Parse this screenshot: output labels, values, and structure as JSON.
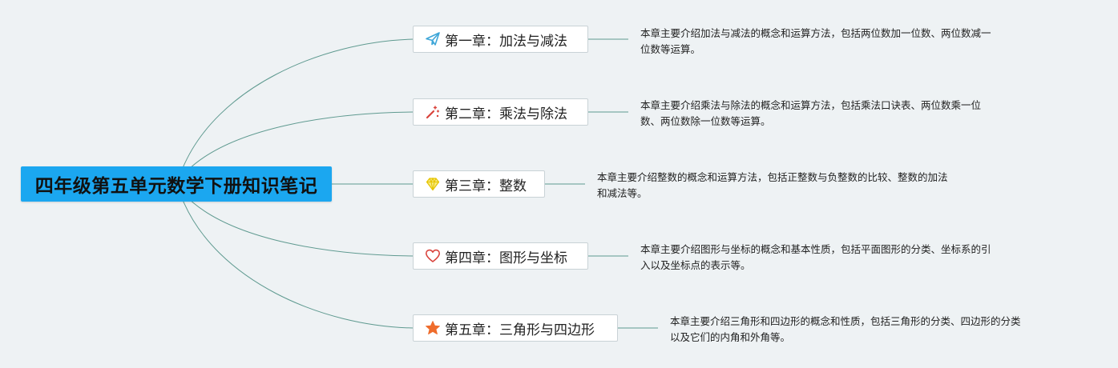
{
  "root": {
    "title": "四年级第五单元数学下册知识笔记"
  },
  "chapters": [
    {
      "label": "第一章：加法与减法",
      "icon": "paper-plane-icon",
      "description": [
        "本章主要介绍加法与减法的概念和运算方法，包括两位数加一位数、两位数减一",
        "位数等运算。"
      ]
    },
    {
      "label": "第二章：乘法与除法",
      "icon": "magic-wand-icon",
      "description": [
        "本章主要介绍乘法与除法的概念和运算方法，包括乘法口诀表、两位数乘一位",
        "数、两位数除一位数等运算。"
      ]
    },
    {
      "label": "第三章：整数",
      "icon": "diamond-icon",
      "description": [
        "本章主要介绍整数的概念和运算方法，包括正整数与负整数的比较、整数的加法",
        "和减法等。"
      ]
    },
    {
      "label": "第四章：图形与坐标",
      "icon": "heart-icon",
      "description": [
        "本章主要介绍图形与坐标的概念和基本性质，包括平面图形的分类、坐标系的引",
        "入以及坐标点的表示等。"
      ]
    },
    {
      "label": "第五章：三角形与四边形",
      "icon": "star-icon",
      "description": [
        "本章主要介绍三角形和四边形的概念和性质，包括三角形的分类、四边形的分类",
        "以及它们的内角和外角等。"
      ]
    }
  ],
  "colors": {
    "background": "#eef2f4",
    "root_fill": "#1ba7f0",
    "connector": "#5f9a90",
    "plane": "#3ea6d8",
    "wand": "#d9433c",
    "diamond": "#f2d531",
    "heart": "#d9433c",
    "star": "#ef6c2c"
  }
}
